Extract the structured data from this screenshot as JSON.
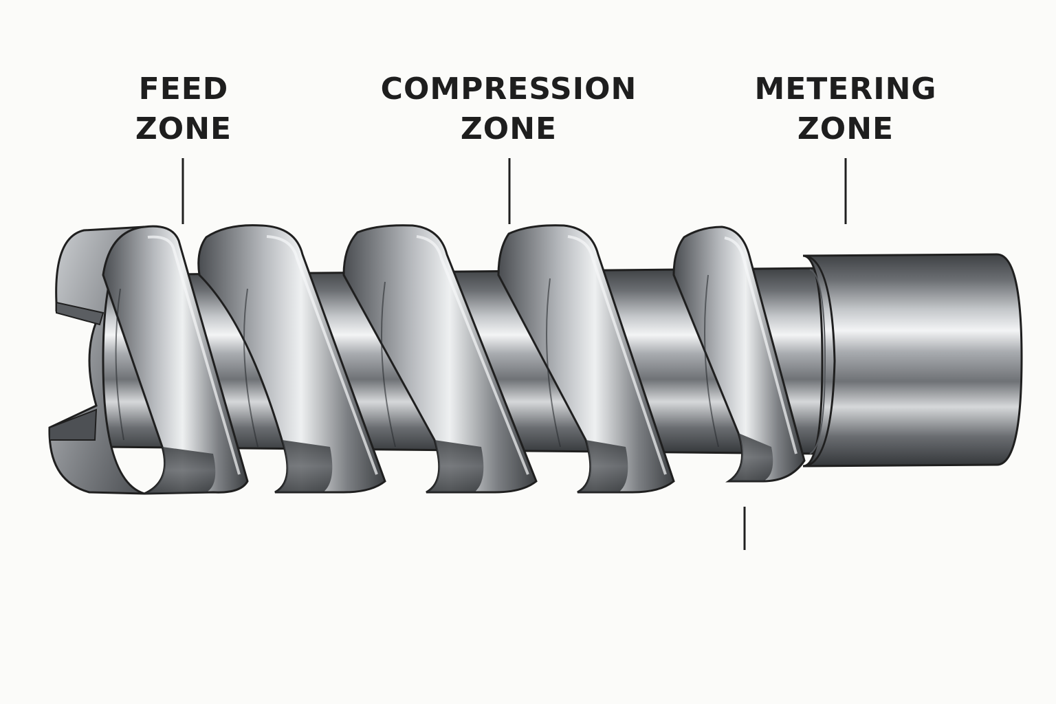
{
  "labels": {
    "feed": {
      "line1": "FEED",
      "line2": "ZONE"
    },
    "compression": {
      "line1": "COMPRESSION",
      "line2": "ZONE"
    },
    "metering": {
      "line1": "METERING",
      "line2": "ZONE"
    }
  },
  "colors": {
    "text": "#1e1e1e",
    "outline": "#1f1f1f",
    "metal_dark": "#3a3d40",
    "metal_mid": "#8d9094",
    "metal_light": "#eceef0",
    "background": "#fbfbf9"
  }
}
